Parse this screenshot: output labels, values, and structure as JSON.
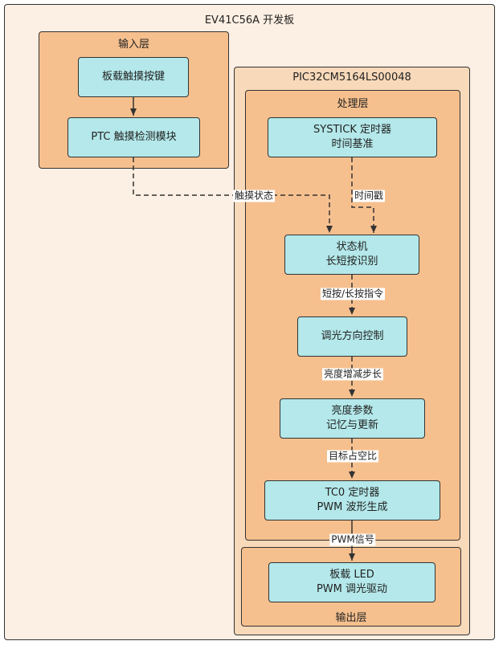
{
  "board": {
    "title": "EV41C56A 开发板"
  },
  "chip": {
    "title": "PIC32CM5164LS00048"
  },
  "input_layer": {
    "title": "输入层",
    "nodes": [
      {
        "lines": [
          "板载触摸按键"
        ]
      },
      {
        "lines": [
          "PTC 触摸检测模块"
        ]
      }
    ]
  },
  "processing_layer": {
    "title": "处理层",
    "nodes": [
      {
        "lines": [
          "SYSTICK 定时器",
          "时间基准"
        ]
      },
      {
        "lines": [
          "状态机",
          "长短按识别"
        ]
      },
      {
        "lines": [
          "调光方向控制"
        ]
      },
      {
        "lines": [
          "亮度参数",
          "记忆与更新"
        ]
      },
      {
        "lines": [
          "TC0 定时器",
          "PWM 波形生成"
        ]
      }
    ]
  },
  "output_layer": {
    "title": "输出层",
    "nodes": [
      {
        "lines": [
          "板载 LED",
          "PWM 调光驱动"
        ]
      }
    ]
  },
  "edges": {
    "touch_state": "触摸状态",
    "timestamp": "时间戳",
    "short_long_cmd": "短按/长按指令",
    "brightness_step": "亮度增减步长",
    "target_duty": "目标占空比",
    "pwm_signal": "PWM信号"
  },
  "colors": {
    "board_fill": "#fcefe3",
    "chip_fill": "#f8d9b9",
    "layer_fill": "#f6c08e",
    "node_fill": "#b4e8ea",
    "stroke": "#333333"
  }
}
